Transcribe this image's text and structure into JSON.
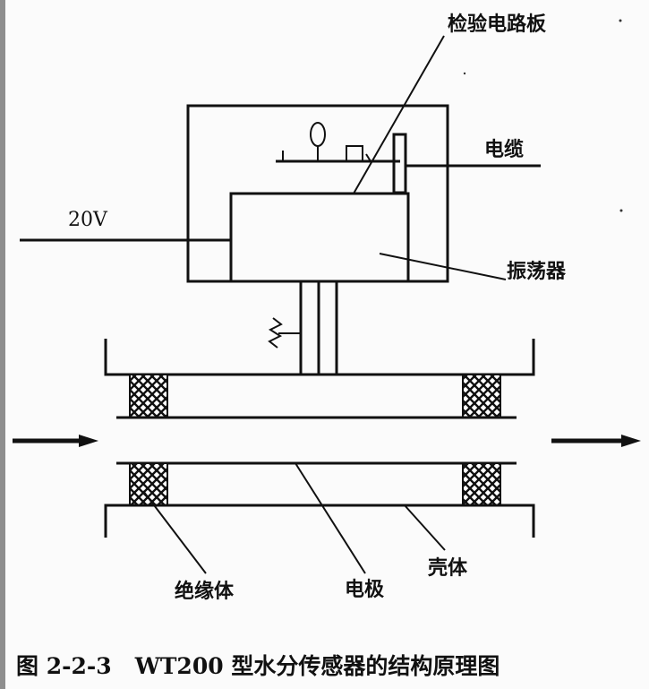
{
  "labels": {
    "test_board": "检验电路板",
    "cable": "电缆",
    "voltage": "20V",
    "oscillator": "振荡器",
    "insulator": "绝缘体",
    "electrode": "电极",
    "housing": "壳体"
  },
  "caption": "图 2-2-3   WT200 型水分传感器的结构原理图",
  "colors": {
    "ink": "#111111",
    "background": "#fbfbfb"
  }
}
